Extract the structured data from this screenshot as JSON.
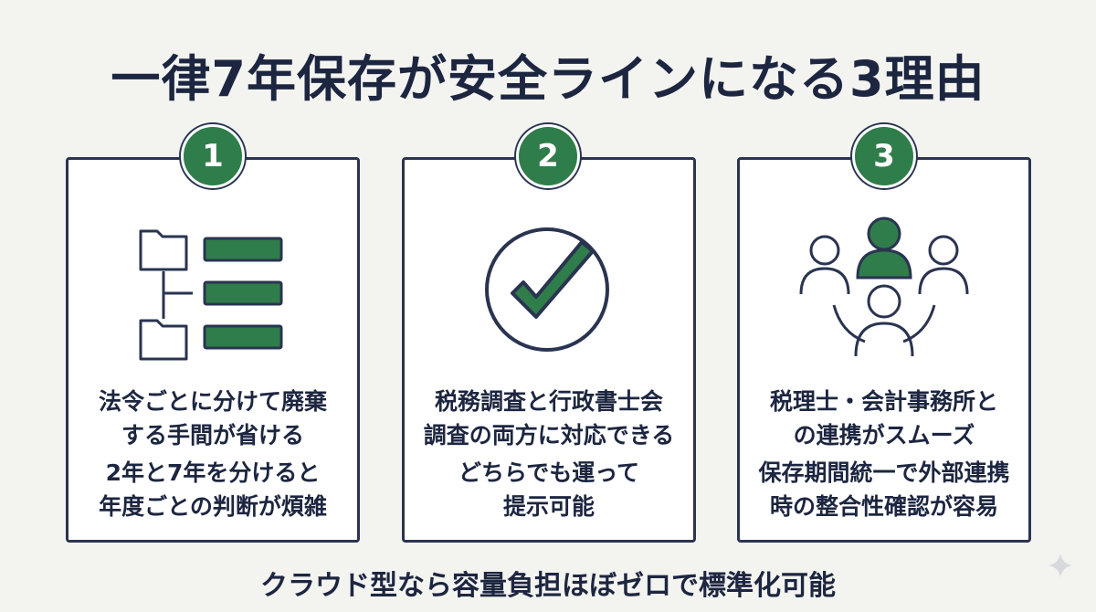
{
  "title": "一律7年保存が安全ラインになる3理由",
  "cards": [
    {
      "number": "1",
      "icon": "folder-list-icon",
      "lines": [
        "法令ごとに分けて廃棄",
        "する手間が省ける"
      ],
      "sub_lines": [
        "2年と7年を分けると",
        "年度ごとの判断が煩雑"
      ]
    },
    {
      "number": "2",
      "icon": "checkmark-circle-icon",
      "lines": [
        "税務調査と行政書士会",
        "調査の両方に対応できる"
      ],
      "sub_lines": [
        "どちらでも運って",
        "提示可能"
      ]
    },
    {
      "number": "3",
      "icon": "people-group-icon",
      "lines": [
        "税理士・会計事務所と",
        "の連携がスムーズ"
      ],
      "sub_lines": [
        "保存期間統一で外部連携",
        "時の整合性確認が容易"
      ]
    }
  ],
  "footer": "クラウド型なら容量負担ほぼゼロで標準化可能",
  "colors": {
    "accent_green": "#2f7d4a",
    "outline_navy": "#2a3450",
    "background": "#f3f3f0"
  }
}
